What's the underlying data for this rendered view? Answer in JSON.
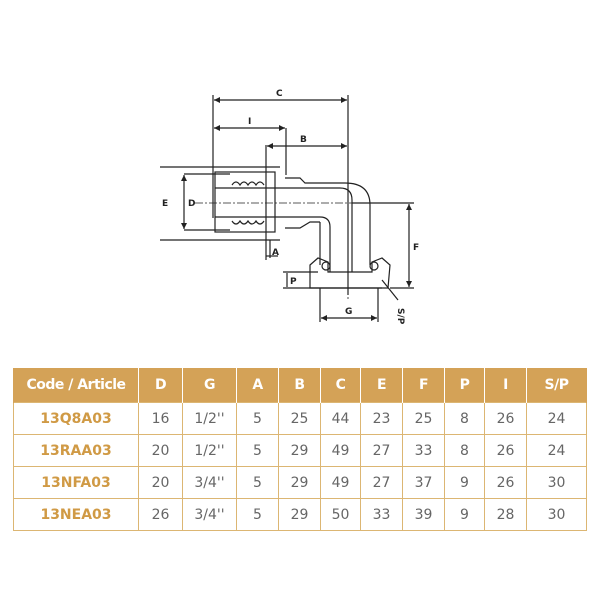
{
  "drawing": {
    "labels": {
      "C": "C",
      "I": "I",
      "B": "B",
      "E": "E",
      "D": "D",
      "A": "A",
      "F": "F",
      "P": "P",
      "G": "G",
      "SP": "S/P"
    }
  },
  "table": {
    "columns": [
      "Code / Article",
      "D",
      "G",
      "A",
      "B",
      "C",
      "E",
      "F",
      "P",
      "I",
      "S/P"
    ],
    "rows": [
      [
        "13Q8A03",
        "16",
        "1/2''",
        "5",
        "25",
        "44",
        "23",
        "25",
        "8",
        "26",
        "24"
      ],
      [
        "13RAA03",
        "20",
        "1/2''",
        "5",
        "29",
        "49",
        "27",
        "33",
        "8",
        "26",
        "24"
      ],
      [
        "13NFA03",
        "20",
        "3/4''",
        "5",
        "29",
        "49",
        "27",
        "37",
        "9",
        "26",
        "30"
      ],
      [
        "13NEA03",
        "26",
        "3/4''",
        "5",
        "29",
        "50",
        "33",
        "39",
        "9",
        "28",
        "30"
      ]
    ]
  },
  "colors": {
    "header_bg": "#d4a257",
    "border": "#dcb673",
    "code_text": "#d09a45",
    "value_text": "#666666"
  }
}
